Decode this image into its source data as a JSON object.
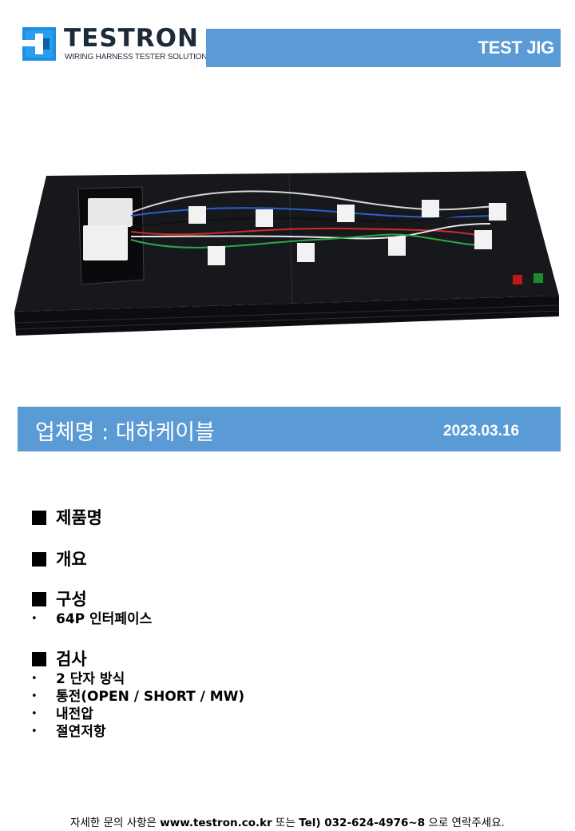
{
  "logo": {
    "name": "TESTRON",
    "tagline": "WIRING HARNESS TESTER SOLUTIONS",
    "mark_color": "#1f8fe0"
  },
  "header": {
    "title": "TEST JIG",
    "color": "#5b9bd5"
  },
  "photo": {
    "description": "test-jig-board"
  },
  "company": {
    "label": "업체명 : 대하케이블",
    "date": "2023.03.16"
  },
  "sections": {
    "product": {
      "title": "제품명"
    },
    "overview": {
      "title": "개요"
    },
    "composition": {
      "title": "구성",
      "items": [
        "64P 인터페이스"
      ]
    },
    "inspection": {
      "title": "검사",
      "items": [
        "2 단자 방식",
        "통전(OPEN / SHORT / MW)",
        "내전압",
        "절연저항"
      ]
    }
  },
  "footer": {
    "prefix": "자세한 문의 사항은 ",
    "website": "www.testron.co.kr",
    "middle": " 또는 ",
    "tel": "Tel) 032-624-4976~8",
    "suffix": " 으로 연락주세요."
  }
}
